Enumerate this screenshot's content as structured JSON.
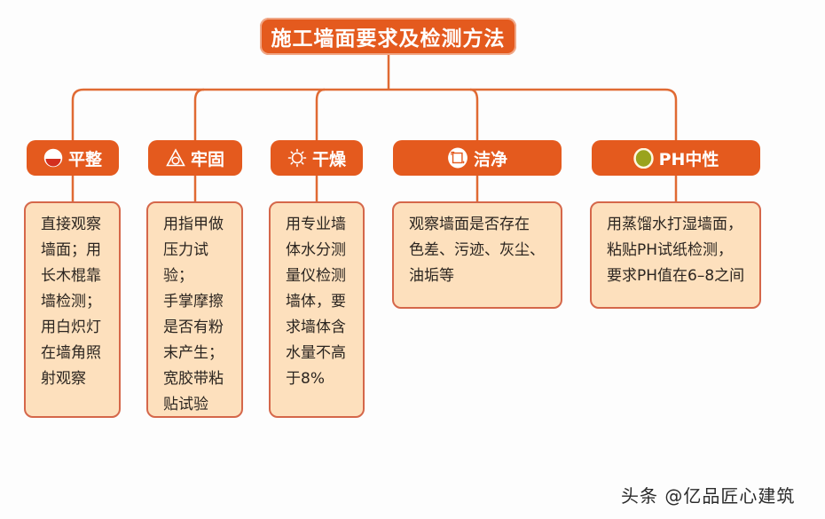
{
  "title": "施工墙面要求及检测方法",
  "theme": {
    "header_fill": "#e45a1e",
    "box_fill": "#fde0bd",
    "box_border": "#d5674a",
    "connector": "#e06a33"
  },
  "categories": [
    {
      "label": "平整",
      "icon": "half-filled-circle-icon",
      "description": "直接观察\n墙面；用\n长木棍靠\n墙检测；\n用白炽灯\n在墙角照\n射观察"
    },
    {
      "label": "牢固",
      "icon": "triangle-circle-icon",
      "description": "用指甲做\n压力试验；\n手掌摩擦\n是否有粉\n末产生；\n宽胶带粘\n贴试验"
    },
    {
      "label": "干燥",
      "icon": "sun-icon",
      "description": "用专业墙\n体水分测\n量仪检测\n墙体，要\n求墙体含\n水量不高\n于8%"
    },
    {
      "label": "洁净",
      "icon": "clean-square-icon",
      "description": "观察墙面是否存在\n色差、污迹、灰尘、\n油垢等"
    },
    {
      "label": "PH中性",
      "icon": "green-dot-icon",
      "description": "用蒸馏水打湿墙面，\n粘贴PH试纸检测，\n要求PH值在6–8之间"
    }
  ],
  "watermark": "头条 @亿品匠心建筑"
}
